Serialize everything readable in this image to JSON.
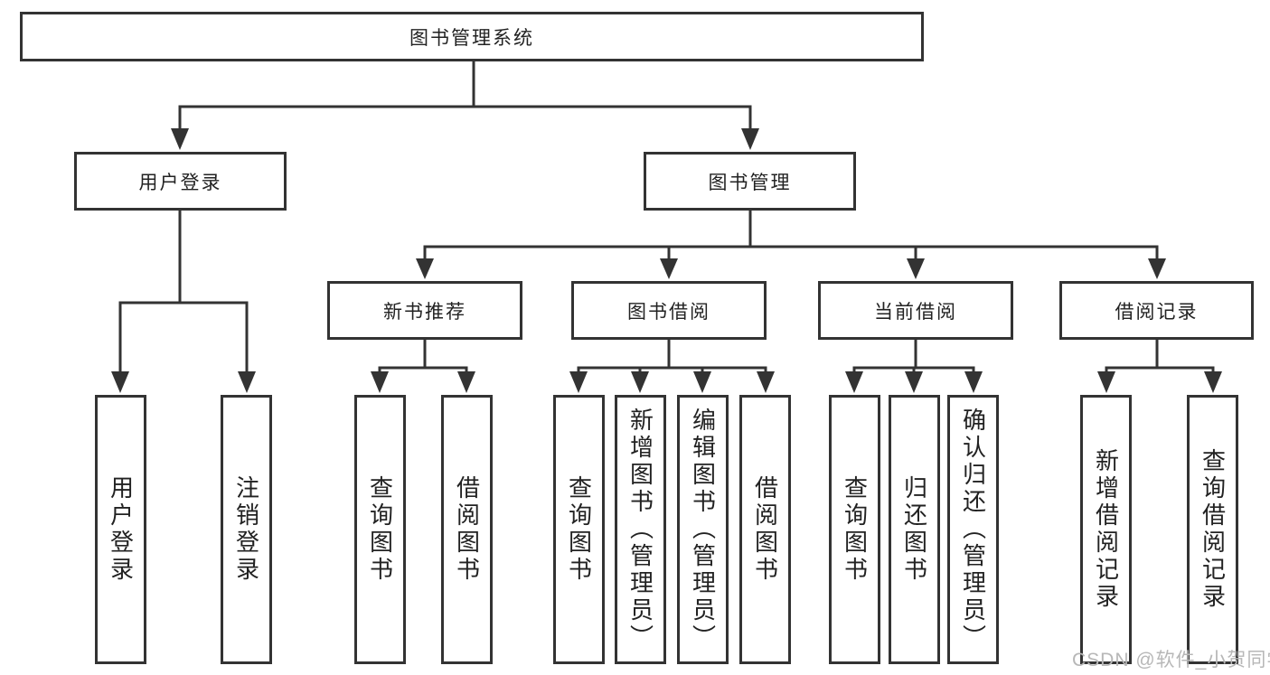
{
  "diagram": {
    "root": "图书管理系统",
    "level2": [
      "用户登录",
      "图书管理"
    ],
    "level3": [
      "新书推荐",
      "图书借阅",
      "当前借阅",
      "借阅记录"
    ],
    "leaves": {
      "user_login": [
        "用户登录",
        "注销登录"
      ],
      "new_book_recommend": [
        "查询图书",
        "借阅图书"
      ],
      "book_borrow": [
        "查询图书",
        "新增图书（管理员）",
        "编辑图书（管理员）",
        "借阅图书"
      ],
      "current_borrow": [
        "查询图书",
        "归还图书",
        "确认归还（管理员）"
      ],
      "borrow_records": [
        "新增借阅记录",
        "查询借阅记录"
      ]
    }
  },
  "watermark": "CSDN @软件_小贺同学",
  "colors": {
    "line": "#333333",
    "text": "#222222",
    "watermark": "#b7b7b7",
    "background": "#ffffff"
  }
}
